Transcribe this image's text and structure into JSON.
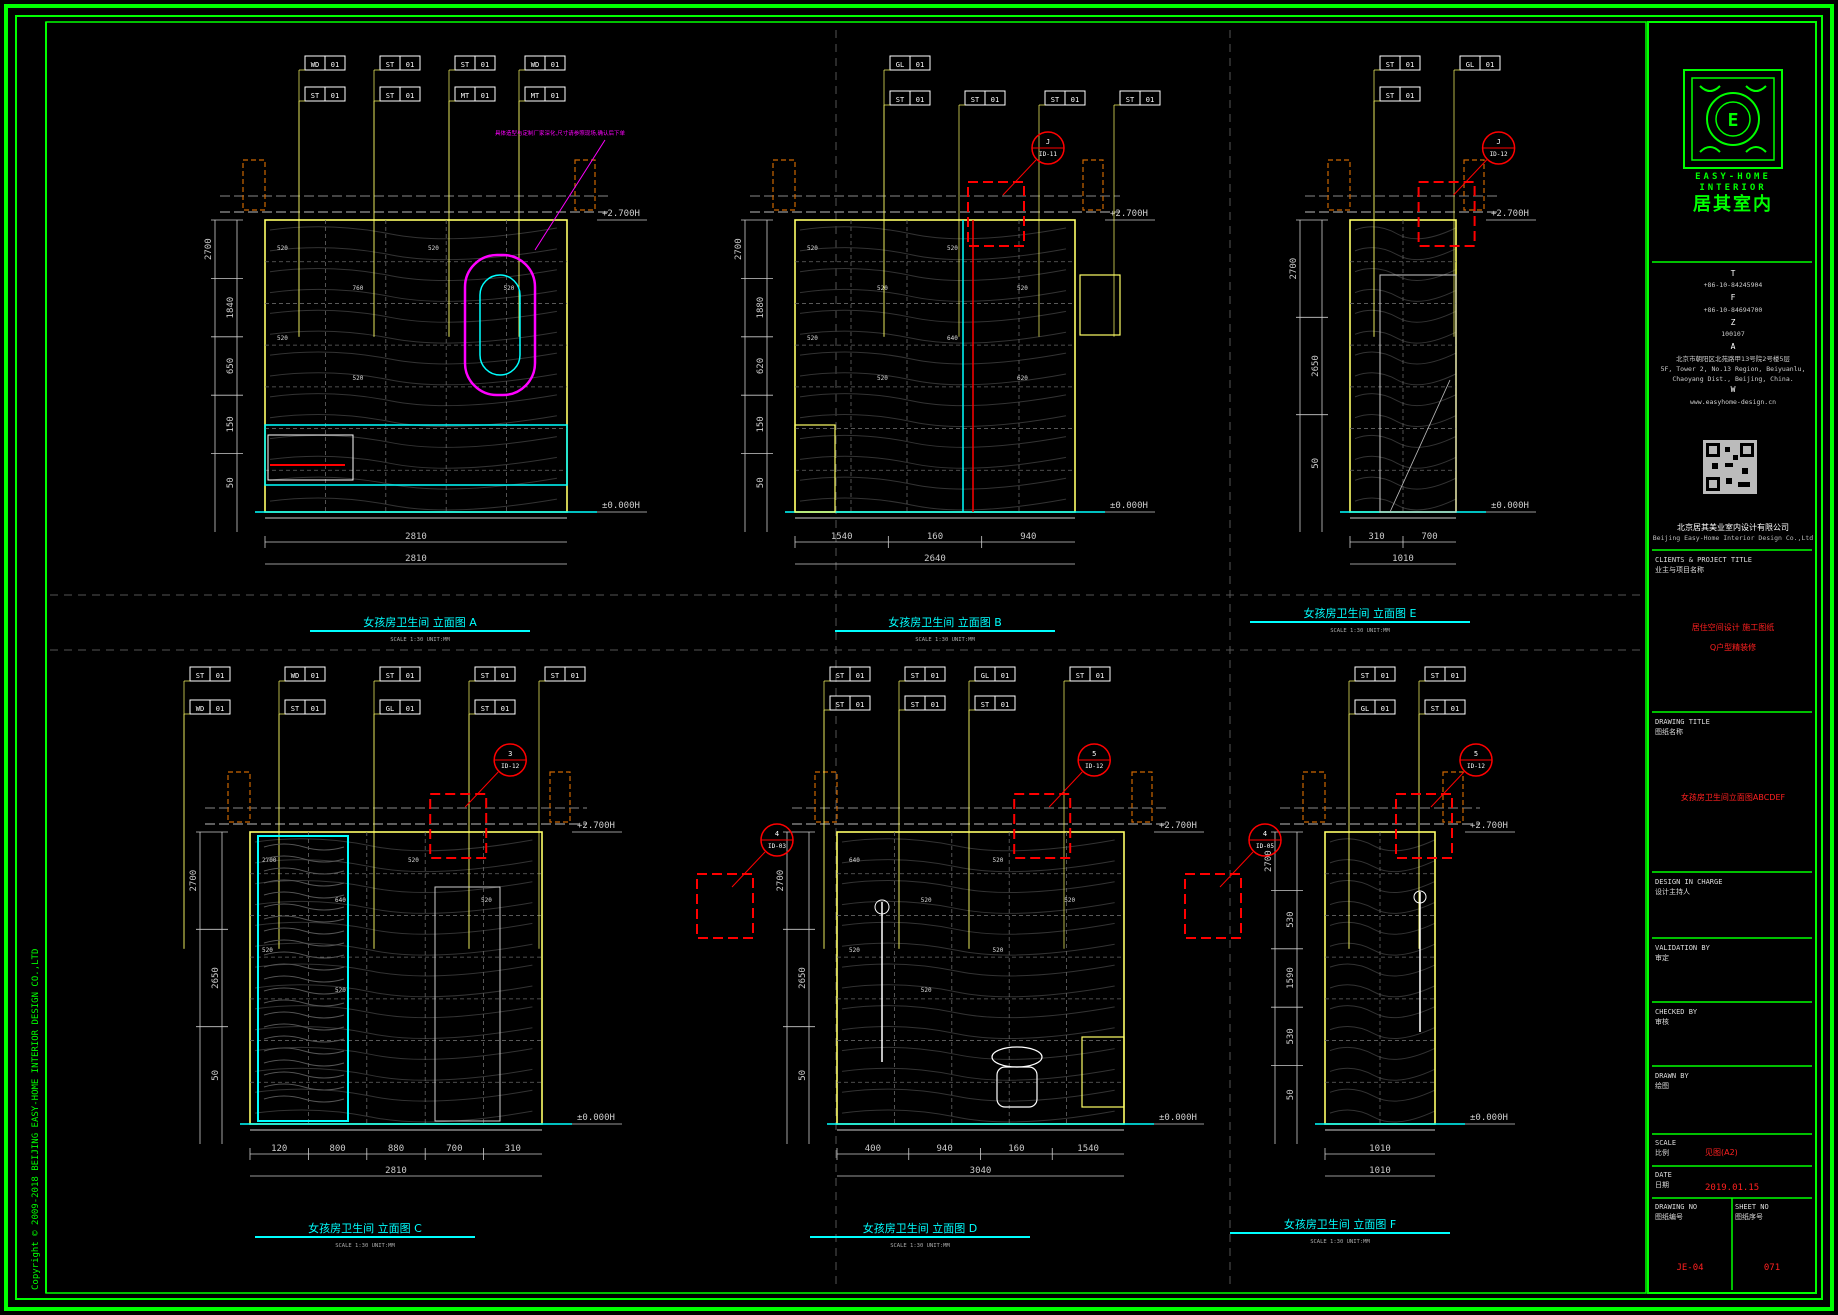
{
  "sheet": {
    "copyright": "Copyright © 2009-2018 BEIJING EASY-HOME INTERIOR DESIGN CO.,LTD",
    "company_cn": "北京居其美业室内设计有限公司",
    "company_en": "Beijing Easy-Home Interior Design Co.,Ltd",
    "logo_en_1": "EASY-HOME",
    "logo_en_2": "INTERIOR",
    "logo_cn": "居其室内",
    "logo_letter": "E",
    "contact": {
      "t_label": "T",
      "t_value": "+86-10-84245904",
      "f_label": "F",
      "f_value": "+86-10-84694700",
      "z_label": "Z",
      "z_value": "100107",
      "a_label": "A",
      "addr_cn": "北京市朝阳区北苑路甲13号院2号楼5层",
      "addr_en_1": "5F, Tower 2, No.13 Region, Beiyuanlu,",
      "addr_en_2": "Chaoyang Dist., Beijing, China.",
      "web_label": "W",
      "web": "www.easyhome-design.cn"
    },
    "project_title_label": "CLIENTS & PROJECT TITLE",
    "project_title_cn": "业主与项目名称",
    "project_line_1": "居住空间设计 施工图纸",
    "project_line_2": "Q户型精装修",
    "drawing_title_label": "DRAWING TITLE",
    "drawing_title_cn": "图纸名称",
    "drawing_title_value": "女孩房卫生间立面图ABCDEF",
    "design_in_charge_label": "DESIGN IN CHARGE",
    "design_in_charge_cn": "设计主持人",
    "validation_label": "VALIDATION BY",
    "validation_cn": "审定",
    "checked_label": "CHECKED BY",
    "checked_cn": "审核",
    "drawn_label": "DRAWN BY",
    "drawn_cn": "绘图",
    "scale_label": "SCALE",
    "scale_cn": "比例",
    "scale_value": "见图(A2)",
    "date_label": "DATE",
    "date_cn": "日期",
    "date_value": "2019.01.15",
    "drawing_no_label": "DRAWING NO",
    "drawing_no_cn": "图纸编号",
    "drawing_no_value": "JE-04",
    "sheet_no_label": "SHEET NO",
    "sheet_no_cn": "图纸序号",
    "sheet_no_value": "071"
  },
  "elevations": [
    {
      "id": "A",
      "title": "女孩房卫生间 立面图 A",
      "scale": "SCALE 1:30 UNIT:MM",
      "height_top": "+2.700H",
      "height_floor": "±0.000H",
      "tags": [
        [
          "WD",
          "01"
        ],
        [
          "ST",
          "01"
        ],
        [
          "ST",
          "01"
        ],
        [
          "WD",
          "01"
        ],
        [
          "ST",
          "01"
        ],
        [
          "ST",
          "01"
        ],
        [
          "MT",
          "01"
        ],
        [
          "MT",
          "01"
        ]
      ],
      "dims_v": [
        "2700",
        "1840",
        "650",
        "150",
        "50"
      ],
      "dims_h": [
        "2810",
        "2810"
      ],
      "cells": [
        "520",
        "760",
        "520",
        "520",
        "520",
        "520"
      ],
      "note": "具体造型与定制厂家深化,尺寸请参照现场,确认后下单"
    },
    {
      "id": "B",
      "title": "女孩房卫生间 立面图 B",
      "scale": "SCALE 1:30 UNIT:MM",
      "height_top": "+2.700H",
      "height_floor": "±0.000H",
      "tags": [
        [
          "ST",
          "01"
        ],
        [
          "ST",
          "01"
        ],
        [
          "ST",
          "01"
        ],
        [
          "ST",
          "01"
        ],
        [
          "GL",
          "01"
        ]
      ],
      "dims_v": [
        "2700",
        "1880",
        "620",
        "150",
        "50"
      ],
      "dims_h": [
        "1540",
        "160",
        "940",
        "2640"
      ],
      "cells": [
        "520",
        "520",
        "520",
        "520",
        "520",
        "520",
        "640",
        "620"
      ],
      "callout_top": "J",
      "callout_bottom": "ID-11"
    },
    {
      "id": "E",
      "title": "女孩房卫生间 立面图 E",
      "scale": "SCALE 1:30 UNIT:MM",
      "height_top": "+2.700H",
      "height_floor": "±0.000H",
      "tags": [
        [
          "ST",
          "01"
        ],
        [
          "GL",
          "01"
        ],
        [
          "ST",
          "01"
        ]
      ],
      "dims_v": [
        "2700",
        "2650",
        "50"
      ],
      "dims_h": [
        "310",
        "700",
        "1010"
      ],
      "callout_top": "J",
      "callout_bottom": "ID-12"
    },
    {
      "id": "C",
      "title": "女孩房卫生间 立面图 C",
      "scale": "SCALE 1:30 UNIT:MM",
      "height_top": "+2.700H",
      "height_floor": "±0.000H",
      "tags": [
        [
          "ST",
          "01"
        ],
        [
          "WD",
          "01"
        ],
        [
          "ST",
          "01"
        ],
        [
          "ST",
          "01"
        ],
        [
          "ST",
          "01"
        ],
        [
          "WD",
          "01"
        ],
        [
          "ST",
          "01"
        ],
        [
          "GL",
          "01"
        ],
        [
          "ST",
          "01"
        ]
      ],
      "dims_v": [
        "2700",
        "2650",
        "50"
      ],
      "dims_h": [
        "120",
        "800",
        "880",
        "700",
        "310",
        "2810"
      ],
      "cells": [
        "2700",
        "640",
        "520",
        "520",
        "520",
        "520"
      ],
      "callout_top": "3",
      "callout_bottom": "ID-12"
    },
    {
      "id": "D",
      "title": "女孩房卫生间 立面图 D",
      "scale": "SCALE 1:30 UNIT:MM",
      "height_top": "+2.700H",
      "height_floor": "±0.000H",
      "tags": [
        [
          "ST",
          "01"
        ],
        [
          "ST",
          "01"
        ],
        [
          "GL",
          "01"
        ],
        [
          "ST",
          "01"
        ],
        [
          "ST",
          "01"
        ],
        [
          "ST",
          "01"
        ],
        [
          "ST",
          "01"
        ]
      ],
      "dims_v": [
        "2700",
        "2650",
        "50"
      ],
      "dims_h": [
        "400",
        "940",
        "160",
        "1540",
        "3040"
      ],
      "cells": [
        "640",
        "520",
        "520",
        "520",
        "520",
        "520",
        "520"
      ],
      "callout_top": "5",
      "callout_bottom": "ID-12",
      "callout2_top": "4",
      "callout2_bottom": "ID-03"
    },
    {
      "id": "F",
      "title": "女孩房卫生间 立面图 F",
      "scale": "SCALE 1:30 UNIT:MM",
      "height_top": "+2.700H",
      "height_floor": "±0.000H",
      "tags": [
        [
          "ST",
          "01"
        ],
        [
          "ST",
          "01"
        ],
        [
          "GL",
          "01"
        ],
        [
          "ST",
          "01"
        ]
      ],
      "dims_v": [
        "2700",
        "530",
        "1590",
        "530",
        "50"
      ],
      "dims_h": [
        "1010",
        "1010"
      ],
      "callout_top": "5",
      "callout_bottom": "ID-12",
      "callout2_top": "4",
      "callout2_bottom": "ID-05"
    }
  ],
  "colors": {
    "frame": "#00ff00",
    "wall": "#ffff66",
    "cyan": "#00ffff",
    "red": "#ff0000",
    "magenta": "#ff00ff",
    "dim": "#cccccc",
    "dark": "#222222"
  }
}
